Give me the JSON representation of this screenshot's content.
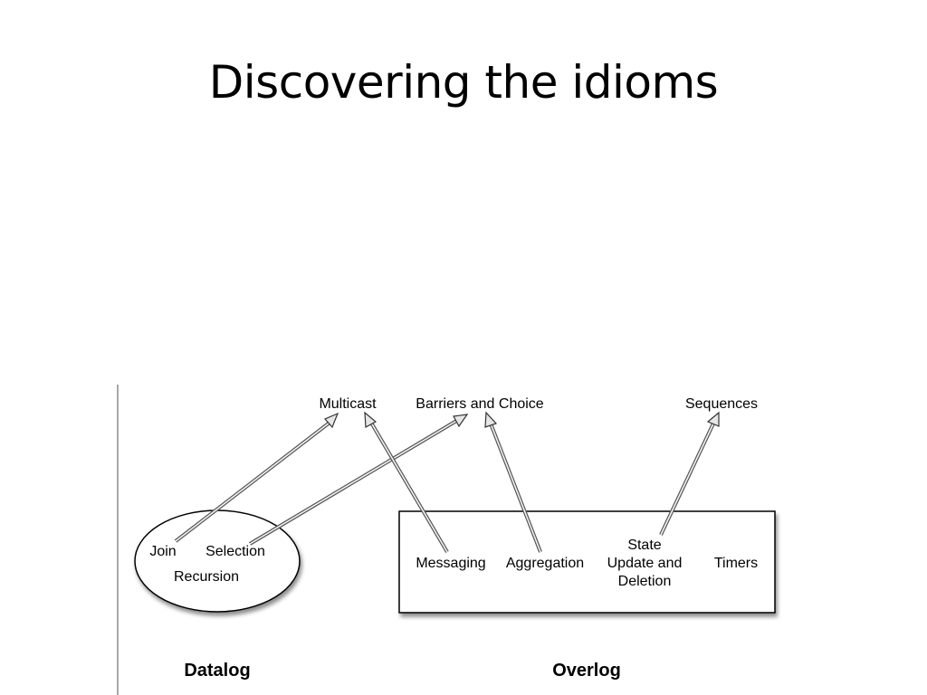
{
  "slide": {
    "title": "Discovering the idioms"
  },
  "diagram": {
    "idioms": {
      "multicast": "Multicast",
      "barriers": "Barriers and Choice",
      "sequences": "Sequences"
    },
    "datalog": {
      "group_label": "Datalog",
      "join": "Join",
      "selection": "Selection",
      "recursion": "Recursion"
    },
    "overlog": {
      "group_label": "Overlog",
      "messaging": "Messaging",
      "aggregation": "Aggregation",
      "state_line1": "State",
      "state_line2": "Update and",
      "state_line3": "Deletion",
      "timers": "Timers"
    }
  }
}
